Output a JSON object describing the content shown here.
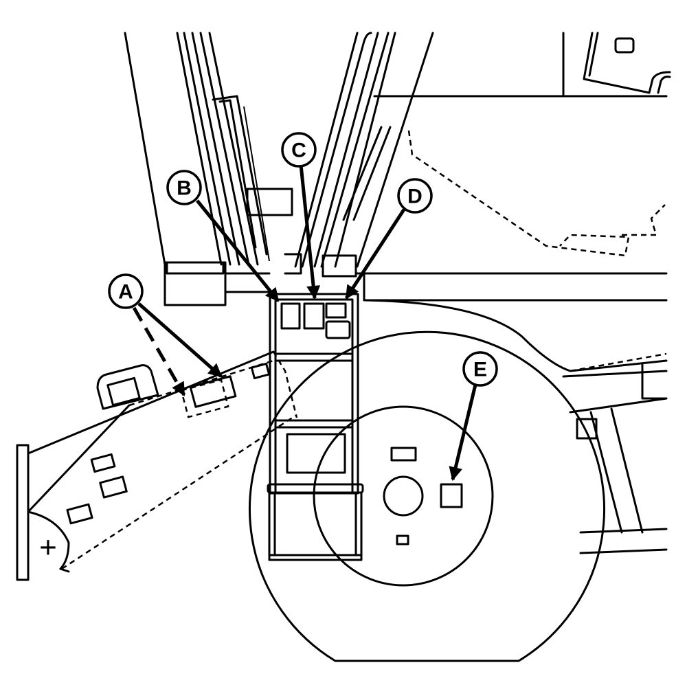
{
  "diagram": {
    "callouts": {
      "a": "A",
      "b": "B",
      "c": "C",
      "d": "D",
      "e": "E"
    },
    "terminal_symbol": "+"
  }
}
